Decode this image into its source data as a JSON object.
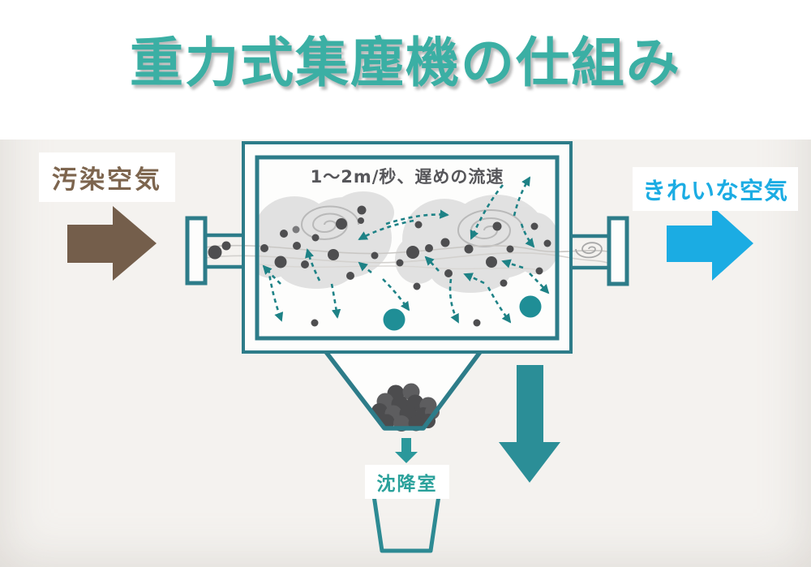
{
  "title": "重力式集塵機の仕組み",
  "labels": {
    "dirty_air": "汚染空気",
    "clean_air": "きれいな空気",
    "flow_speed": "1～2m/秒、遅めの流速",
    "settling_chamber": "沈降室"
  },
  "colors": {
    "title_teal": "#3bafa4",
    "structure_teal": "#2d7c89",
    "dashed_arrow_teal": "#1e8286",
    "gravity_arrow_teal": "#2b8e97",
    "dirty_air_brown": "#745e4b",
    "dirty_air_text": "#7d654e",
    "clean_air_blue": "#1bace3",
    "flow_text_gray": "#56565a",
    "dust_particle_gray": "#4e4e50",
    "coarse_particle_teal": "#1f8e96",
    "dust_cloud_gray": "#dcdcdc",
    "background": "#f4f2ef"
  }
}
